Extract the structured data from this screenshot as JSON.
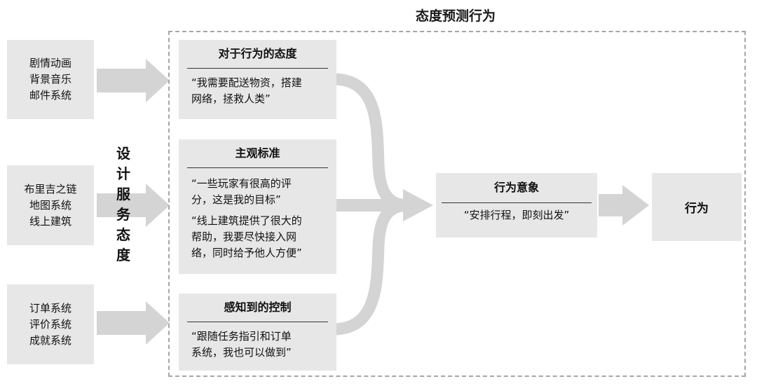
{
  "title": "态度预测行为",
  "sources": [
    {
      "lines": [
        "剧情动画",
        "背景音乐",
        "邮件系统"
      ]
    },
    {
      "lines": [
        "布里吉之链",
        "地图系统",
        "线上建筑"
      ]
    },
    {
      "lines": [
        "订单系统",
        "评价系统",
        "成就系统"
      ]
    }
  ],
  "vertical_label": [
    "设",
    "计",
    "服",
    "务",
    "态",
    "度"
  ],
  "cards": [
    {
      "title": "对于行为的态度",
      "quotes": [
        "“我需要配送物资，搭建\n网络，拯救人类”"
      ]
    },
    {
      "title": "主观标准",
      "quotes": [
        "“一些玩家有很高的评\n分，这是我的目标”",
        "“线上建筑提供了很大的\n帮助，我要尽快接入网\n络，同时给予他人方便”"
      ]
    },
    {
      "title": "感知到的控制",
      "quotes": [
        "“跟随任务指引和订单\n系统，我也可以做到”"
      ]
    }
  ],
  "intention": {
    "title": "行为意象",
    "quote": "“安排行程，即刻出发”"
  },
  "behavior": "行为",
  "colors": {
    "box": "#e7e7e7",
    "arrow": "#d4d4d4",
    "dash": "#a6a6a6"
  }
}
